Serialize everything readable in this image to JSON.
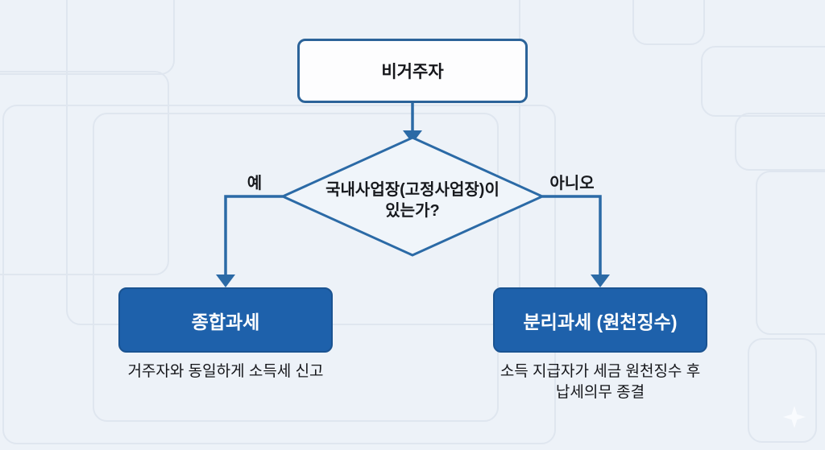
{
  "flowchart": {
    "start_node": {
      "label": "비거주자"
    },
    "decision_node": {
      "question": "국내사업장(고정사업장)이\n있는가?"
    },
    "branch_labels": {
      "yes": "예",
      "no": "아니오"
    },
    "outcomes": {
      "left": {
        "title": "종합과세",
        "description": "거주자와 동일하게 소득세 신고"
      },
      "right": {
        "title": "분리과세 (원천징수)",
        "description": "소득 지급자가 세금 원천징수 후\n납세의무 종결"
      }
    }
  },
  "colors": {
    "background": "#edf2f8",
    "pattern_line": "#dfe6ef",
    "connector_blue": "#2b6aa6",
    "node_border_blue": "#2b6399",
    "outcome_fill_blue": "#1e61ab",
    "outcome_text": "#ffffff",
    "text_dark": "#17191d",
    "diamond_fill": "#f0f5fa",
    "start_fill": "#fdfdfe"
  }
}
